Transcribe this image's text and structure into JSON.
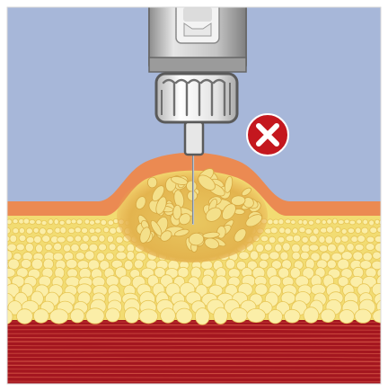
{
  "illustration": {
    "subject": "injection-pen-needle-in-skin-lump",
    "layers": [
      "air",
      "skin",
      "subcutaneous-fat",
      "muscle"
    ],
    "status": "incorrect",
    "status_icon": "x-mark-icon"
  },
  "colors": {
    "background": "#a7b7d9",
    "skin": "#eb8a52",
    "fat": "#f2dc72",
    "fat_globule": "#fbeea8",
    "muscle": "#a4161f",
    "muscle_fiber": "#d85a4a",
    "pen_body": "#c9c9c9",
    "pen_dark": "#575757",
    "error_badge": "#c4171e",
    "error_mark": "#ffffff"
  }
}
